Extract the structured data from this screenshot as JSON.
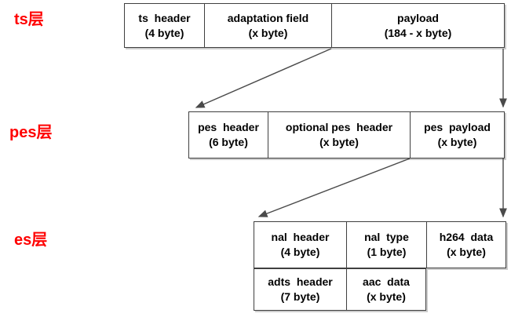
{
  "colors": {
    "label_red": "#ff0000",
    "box_border": "#3f3f3f",
    "arrow": "#4a4a4a",
    "text": "#000000",
    "shadow": "#cccccc",
    "background": "#ffffff"
  },
  "layers": [
    {
      "label": "ts层",
      "boxes": [
        {
          "title": "ts  header",
          "size": "(4 byte)"
        },
        {
          "title": "adaptation field",
          "size": "(x byte)"
        },
        {
          "title": "payload",
          "size": "(184 - x byte)"
        }
      ]
    },
    {
      "label": "pes层",
      "boxes": [
        {
          "title": "pes  header",
          "size": "(6 byte)"
        },
        {
          "title": "optional pes  header",
          "size": "(x byte)"
        },
        {
          "title": "pes  payload",
          "size": "(x byte)"
        }
      ]
    },
    {
      "label": "es层",
      "rows": [
        [
          {
            "title": "nal  header",
            "size": "(4 byte)"
          },
          {
            "title": "nal  type",
            "size": "(1 byte)"
          },
          {
            "title": "h264  data",
            "size": "(x byte)"
          }
        ],
        [
          {
            "title": "adts  header",
            "size": "(7 byte)"
          },
          {
            "title": "aac  data",
            "size": "(x byte)"
          }
        ]
      ]
    }
  ]
}
